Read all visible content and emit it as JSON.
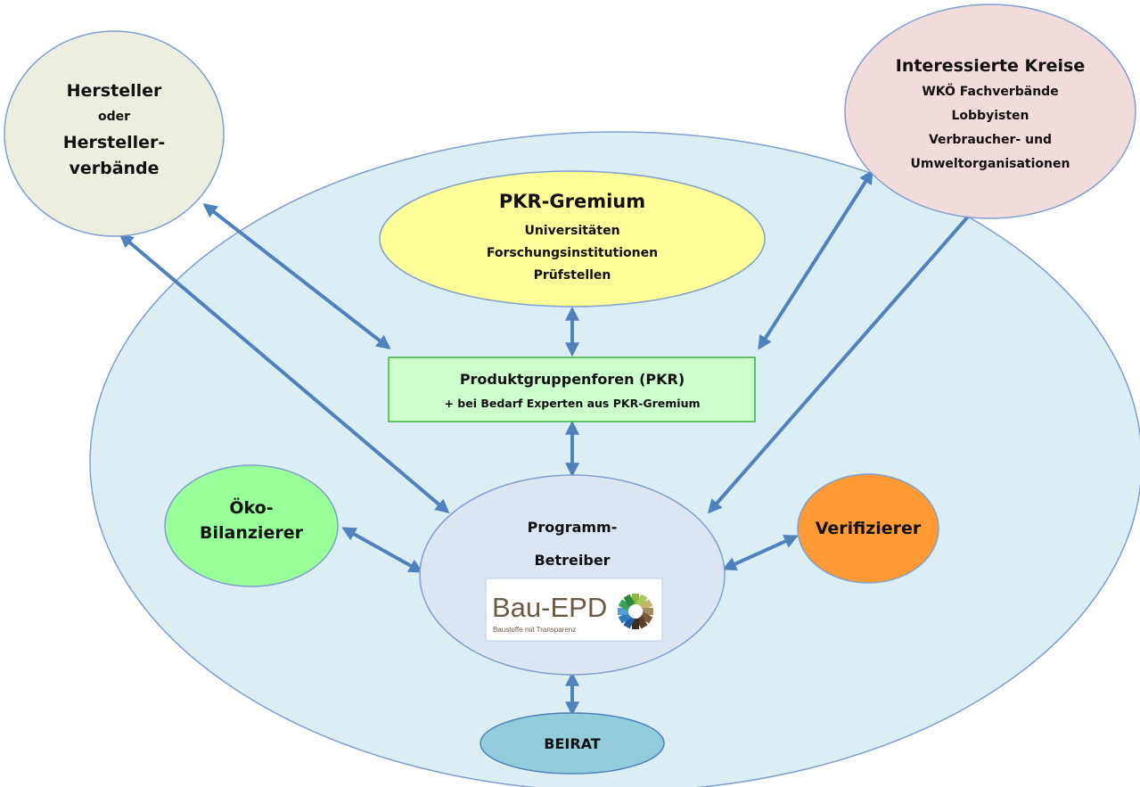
{
  "nodes": {
    "hersteller": {
      "lines": [
        "Hersteller",
        "oder",
        "Hersteller-",
        "verbände"
      ]
    },
    "interessierte": {
      "lines": [
        "Interessierte Kreise",
        "WKÖ Fachverbände",
        "Lobbyisten",
        "Verbraucher- und",
        "Umweltorganisationen"
      ]
    },
    "pkr_gremium": {
      "title": "PKR-Gremium",
      "lines": [
        "Universitäten",
        "Forschungsinstitutionen",
        "Prüfstellen"
      ]
    },
    "pkr_foren": {
      "title": "Produktgruppenforen (PKR)",
      "subtitle": "+ bei Bedarf Experten aus PKR-Gremium"
    },
    "oeko": {
      "lines": [
        "Öko-",
        "Bilanzierer"
      ]
    },
    "programm": {
      "lines": [
        "Programm-",
        "Betreiber"
      ]
    },
    "verifizierer": {
      "label": "Verifizierer"
    },
    "beirat": {
      "label": "BEIRAT"
    }
  },
  "logo": {
    "name": "Bau-EPD",
    "tagline": "Baustoffe mit Transparenz"
  },
  "colors": {
    "outer_ellipse": "#dbeef4",
    "hersteller": "#eeeee0",
    "interessierte": "#f2dcdb",
    "pkr_gremium": "#ffff99",
    "pkr_foren": "#ccffcc",
    "oeko": "#99ff99",
    "programm": "#dce6f2",
    "verifizierer": "#ff9933",
    "beirat": "#93cddd",
    "arrow": "#4f81bd"
  }
}
